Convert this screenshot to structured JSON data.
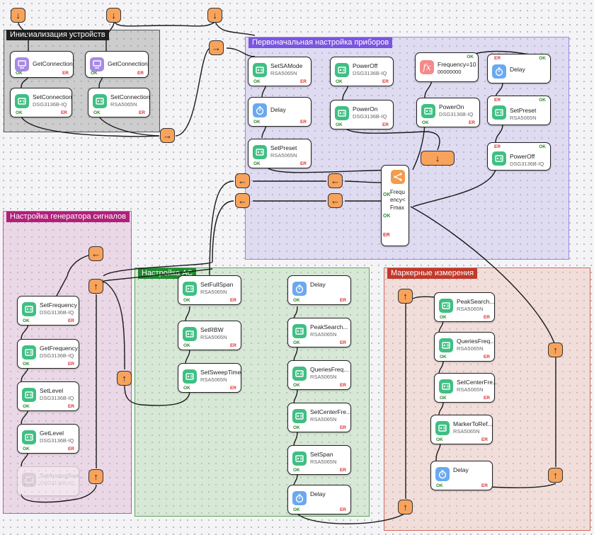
{
  "groups": {
    "init": {
      "title": "Инициализация устройств",
      "color": "#1f1f1f"
    },
    "initial": {
      "title": "Первоначальная настройка приборов",
      "color": "#7a55e0"
    },
    "siggen": {
      "title": "Настройка генератора сигналов",
      "color": "#b0207a"
    },
    "sa": {
      "title": "Настройка АС",
      "color": "#1f8a2f"
    },
    "marker": {
      "title": "Маркерные измерения",
      "color": "#c0392b"
    }
  },
  "ports": {
    "ok": "OK",
    "er": "ER"
  },
  "arrows": {
    "down": "↓",
    "right": "→",
    "left": "←",
    "up": "↑"
  },
  "icons": {
    "device": "device-icon",
    "connection": "connection-icon",
    "delay": "stopwatch-icon",
    "formula": "function-icon",
    "split": "branch-icon"
  },
  "nodes": {
    "getconn1": {
      "title": "GetConnection"
    },
    "getconn2": {
      "title": "GetConnection"
    },
    "setconn1": {
      "title": "SetConnection",
      "device": "DSG3136B-IQ"
    },
    "setconn2": {
      "title": "SetConnection",
      "device": "RSA5065N"
    },
    "setsamode": {
      "title": "SetSAMode",
      "device": "RSA5065N"
    },
    "delay1": {
      "title": "Delay"
    },
    "setpreset1": {
      "title": "SetPreset",
      "device": "RSA5065N"
    },
    "poweroff1": {
      "title": "PowerOff",
      "device": "DSG3136B-IQ"
    },
    "poweron1": {
      "title": "PowerOn",
      "device": "DSG3136B-IQ"
    },
    "formula": {
      "title": "Frequency=10",
      "title2": "00000000"
    },
    "poweron2": {
      "title": "PowerOn",
      "device": "DSG3136B-IQ"
    },
    "delay2": {
      "title": "Delay"
    },
    "setpreset2": {
      "title": "SetPreset",
      "device": "RSA5065N"
    },
    "poweroff2": {
      "title": "PowerOff",
      "device": "DSG3136B-IQ"
    },
    "condition": {
      "title": "Frequ ency< Fmax"
    },
    "setfrequency": {
      "title": "SetFrequency",
      "device": "DSG3136B-IQ"
    },
    "getfrequency": {
      "title": "GetFrequency",
      "device": "DSG3136B-IQ"
    },
    "setlevel": {
      "title": "SetLevel",
      "device": "DSG3136B-IQ"
    },
    "getlevel": {
      "title": "GetLevel",
      "device": "DSG3136B-IQ"
    },
    "ghost": {
      "title": "SetAnalogSwe...",
      "device": "DSG3136B-IQ"
    },
    "setfullspan": {
      "title": "SetFullSpan",
      "device": "RSA5065N"
    },
    "setrbw": {
      "title": "SetRBW",
      "device": "RSA5065N"
    },
    "setsweeptime": {
      "title": "SetSweepTime",
      "device": "RSA5065N"
    },
    "delay3": {
      "title": "Delay"
    },
    "peaksearch1": {
      "title": "PeakSearch...",
      "device": "RSA5065N"
    },
    "queries1": {
      "title": "QueriesFreq...",
      "device": "RSA5065N"
    },
    "setcenter1": {
      "title": "SetCenterFre...",
      "device": "RSA5065N"
    },
    "setspan": {
      "title": "SetSpan",
      "device": "RSA5065N"
    },
    "delay4": {
      "title": "Delay"
    },
    "peaksearch2": {
      "title": "PeakSearch...",
      "device": "RSA5065N"
    },
    "queries2": {
      "title": "QueriesFreq...",
      "device": "RSA5065N"
    },
    "setcenter2": {
      "title": "SetCenterFre...",
      "device": "RSA5065N"
    },
    "markertoref": {
      "title": "MarkerToRef...",
      "device": "RSA5065N"
    },
    "delay5": {
      "title": "Delay"
    }
  },
  "colors": {
    "device": "#3fbf83",
    "connection": "#a889e6",
    "delay": "#6aa9f0",
    "formula": "#f48a8a",
    "arrow": "#f7a35c",
    "ok": "#2e8b2e",
    "er": "#d33333"
  }
}
